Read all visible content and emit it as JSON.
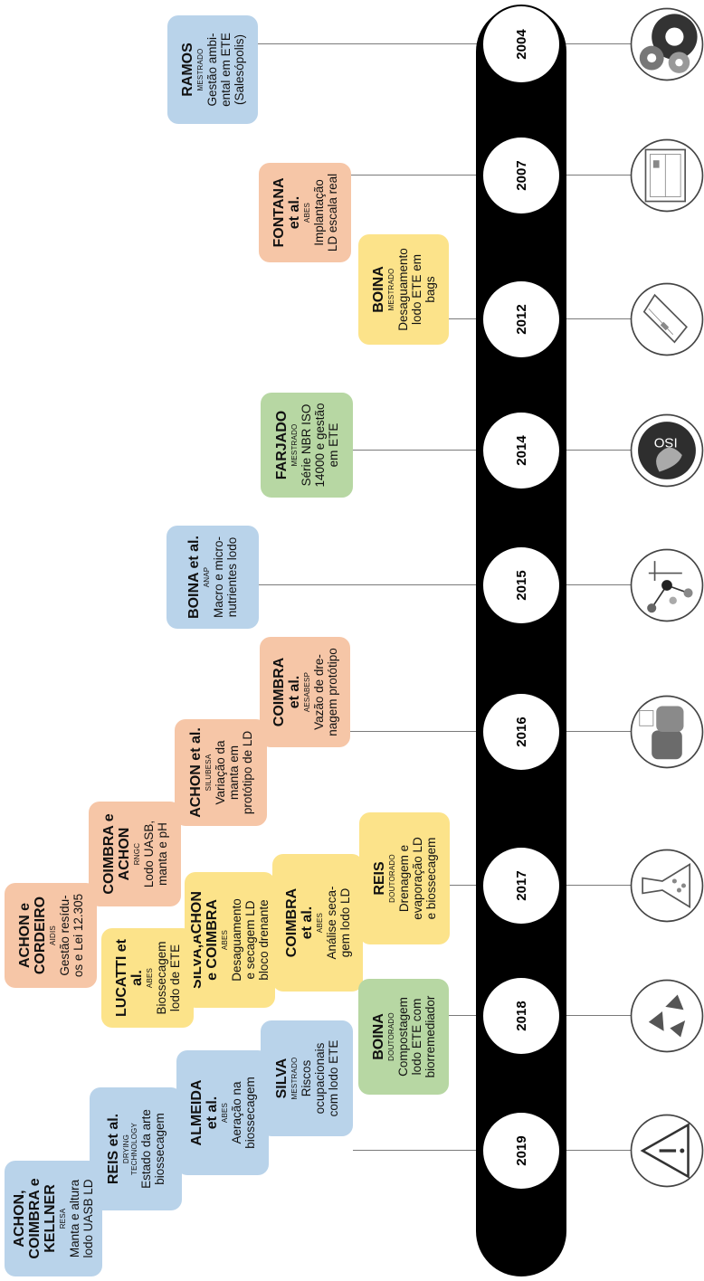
{
  "years": [
    "2004",
    "2007",
    "2012",
    "2014",
    "2015",
    "2016",
    "2017",
    "2018",
    "2019"
  ],
  "icons": [
    "gears-icon",
    "blueprint-icon",
    "geobag-icon",
    "iso-globe-icon",
    "molecule-scale-icon",
    "sludge-samples-icon",
    "flask-icon",
    "recycle-icon",
    "hazard-icon"
  ],
  "colors": {
    "blue": "#b9d3ea",
    "salmon": "#f6c6a7",
    "yellow": "#fce38a",
    "green": "#b7d7a3",
    "track": "#000000"
  },
  "cards": [
    {
      "author": "RAMOS",
      "venue": "MESTRADO",
      "topic": "Gestão ambi-\nental em ETE\n(Salesópolis)",
      "color": "blue"
    },
    {
      "author": "FONTANA\net al.",
      "venue": "ABES",
      "topic": "Implantação\nLD escala real",
      "color": "salmon"
    },
    {
      "author": "BOINA",
      "venue": "MESTRADO",
      "topic": "Desaguamento\nlodo ETE em\nbags",
      "color": "yellow"
    },
    {
      "author": "FARJADO",
      "venue": "MESTRADO",
      "topic": "Série NBR ISO\n14000 e gestão\nem ETE",
      "color": "green"
    },
    {
      "author": "BOINA et al.",
      "venue": "ANAP",
      "topic": "Macro e micro-\nnutrientes lodo",
      "color": "blue"
    },
    {
      "author": "COIMBRA\net al.",
      "venue": "AESABESP",
      "topic": "Vazão de dre-\nnagem protótipo",
      "color": "salmon"
    },
    {
      "author": "ACHON et al.",
      "venue": "SILUBESA",
      "topic": "Variação da\nmanta em\nprotótipo de LD",
      "color": "salmon"
    },
    {
      "author": "COIMBRA e\nACHON",
      "venue": "RNGC",
      "topic": "Lodo UASB,\nmanta e pH",
      "color": "salmon"
    },
    {
      "author": "ACHON e\nCORDEIRO",
      "venue": "AIDIS",
      "topic": "Gestão resídu-\nos e Lei 12.305",
      "color": "salmon"
    },
    {
      "author": "REIS",
      "venue": "DOUTORADO",
      "topic": "Drenagem e\nevaporação LD\ne biossecagem",
      "color": "yellow"
    },
    {
      "author": "COIMBRA\net al.",
      "venue": "ABES",
      "topic": "Análise seca-\ngem lodo LD",
      "color": "yellow"
    },
    {
      "author": "SILVA,ACHON\ne COIMBRA",
      "venue": "ABES",
      "topic": "Desaguamento\ne secagem LD\nbloco drenante",
      "color": "yellow"
    },
    {
      "author": "LUCATTI et al.",
      "venue": "ABES",
      "topic": "Biossecagem\nlodo de ETE",
      "color": "yellow"
    },
    {
      "author": "BOINA",
      "venue": "DOUTORADO",
      "topic": "Compostagem\nlodo ETE com\nbiorremediador",
      "color": "green"
    },
    {
      "author": "SILVA",
      "venue": "MESTRADO",
      "topic": "Riscos\nocupacionais\ncom lodo ETE",
      "color": "blue"
    },
    {
      "author": "ALMEIDA\net al.",
      "venue": "ABES",
      "topic": "Aeração na\nbiossecagem",
      "color": "blue"
    },
    {
      "author": "REIS et al.",
      "venue": "DRYING\nTECHNOLOGY",
      "topic": "Estado da arte\nbiossecagem",
      "color": "blue"
    },
    {
      "author": "ACHON,\nCOIMBRA e\nKELLNER",
      "venue": "RESA",
      "topic": "Manta e altura\nlodo UASB LD",
      "color": "blue"
    }
  ]
}
